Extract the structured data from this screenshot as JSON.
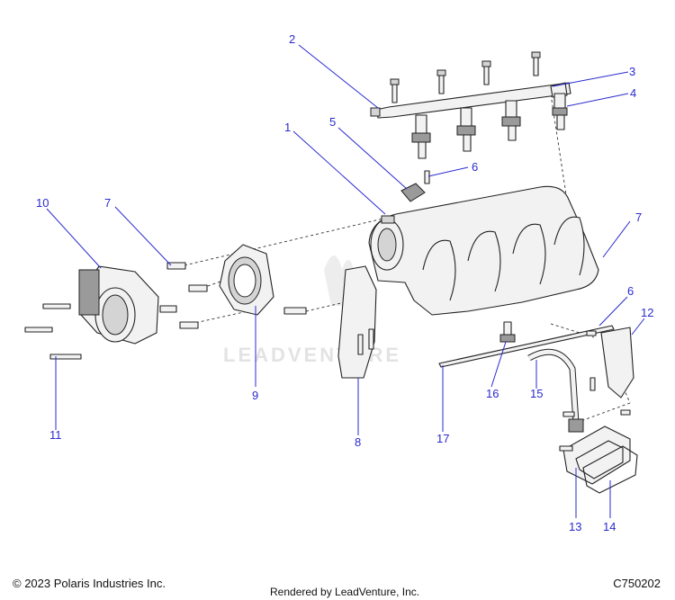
{
  "callouts": [
    {
      "id": "1",
      "label": "1"
    },
    {
      "id": "2",
      "label": "2"
    },
    {
      "id": "3",
      "label": "3"
    },
    {
      "id": "4",
      "label": "4"
    },
    {
      "id": "5",
      "label": "5"
    },
    {
      "id": "6a",
      "label": "6"
    },
    {
      "id": "6b",
      "label": "6"
    },
    {
      "id": "7a",
      "label": "7"
    },
    {
      "id": "7b",
      "label": "7"
    },
    {
      "id": "8",
      "label": "8"
    },
    {
      "id": "9",
      "label": "9"
    },
    {
      "id": "10",
      "label": "10"
    },
    {
      "id": "11",
      "label": "11"
    },
    {
      "id": "12",
      "label": "12"
    },
    {
      "id": "13",
      "label": "13"
    },
    {
      "id": "14",
      "label": "14"
    },
    {
      "id": "15",
      "label": "15"
    },
    {
      "id": "16",
      "label": "16"
    },
    {
      "id": "17",
      "label": "17"
    }
  ],
  "footer": {
    "copyright": "© 2023 Polaris Industries Inc.",
    "drawing_id": "C750202",
    "rendered_by": "Rendered by LeadVenture, Inc."
  },
  "watermark": "LEADVENTURE",
  "colors": {
    "callout": "#2a2ad0",
    "line": "#222222"
  }
}
